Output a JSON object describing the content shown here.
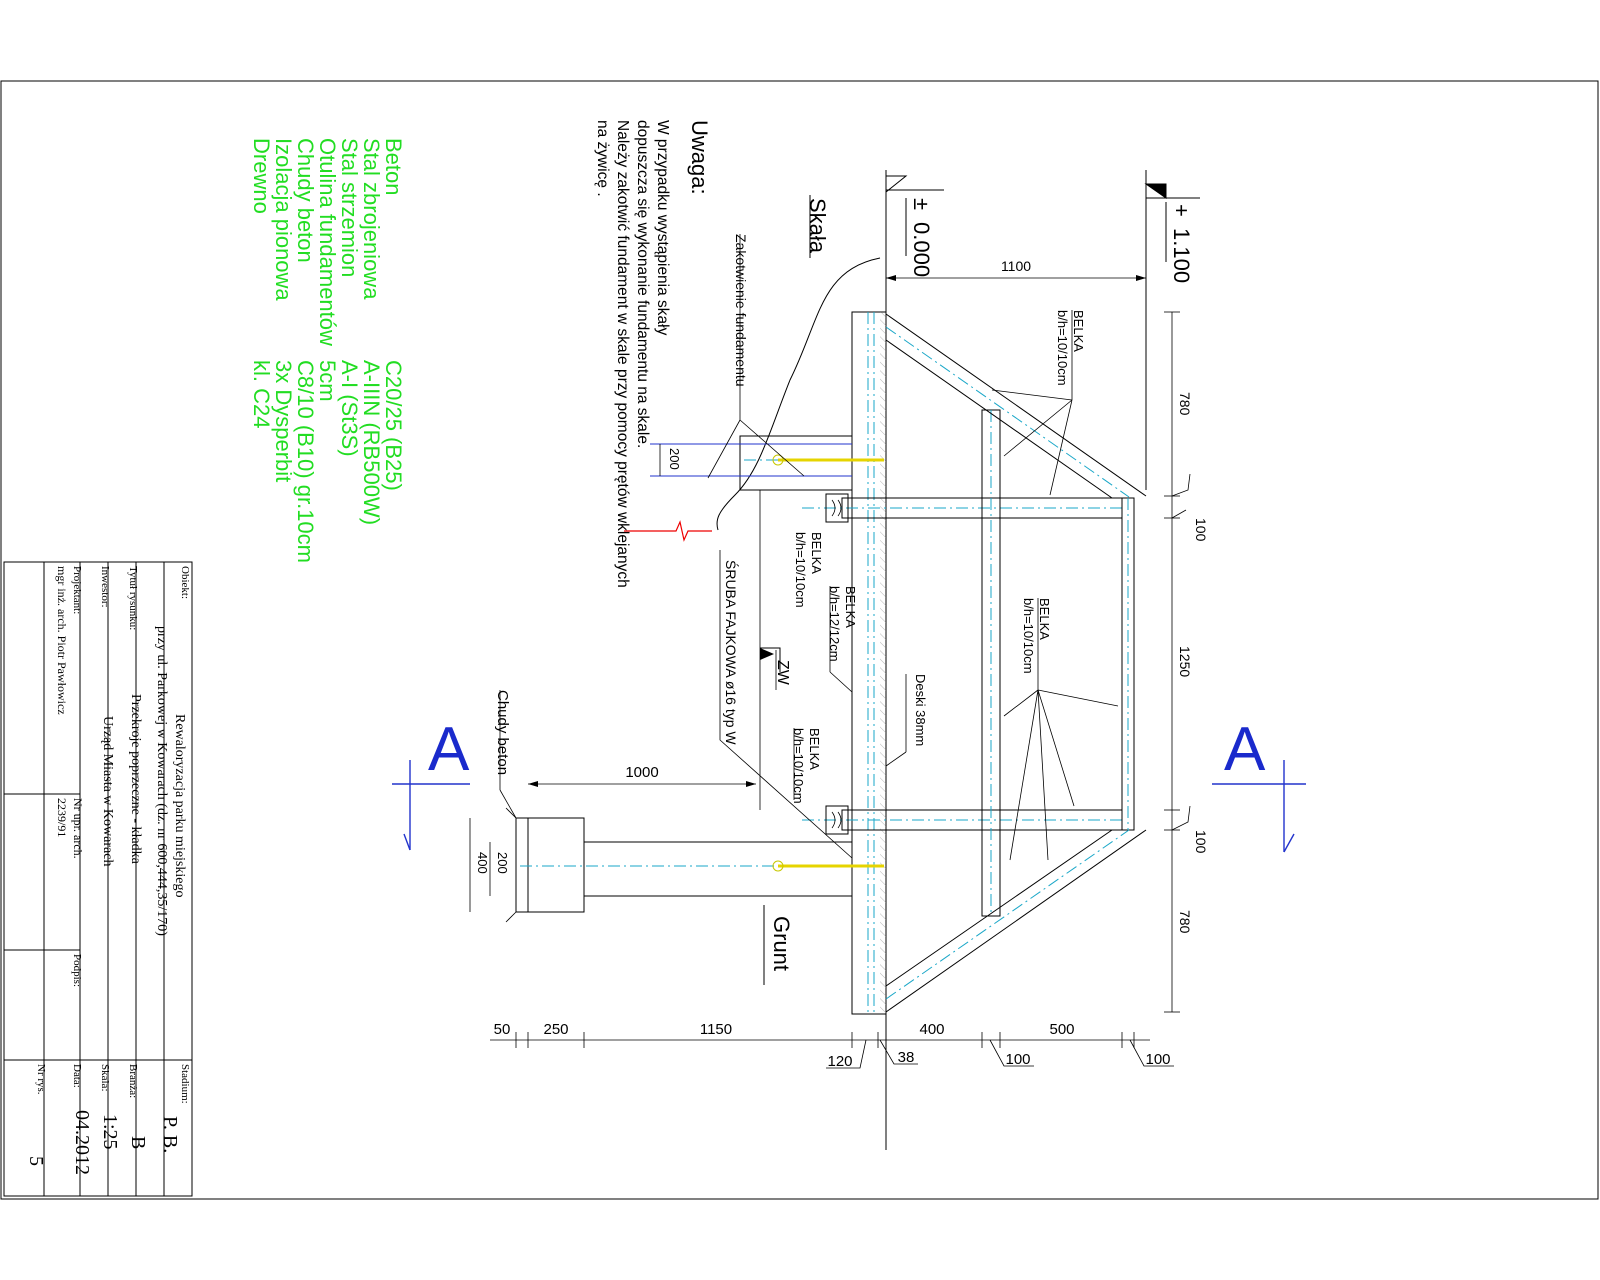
{
  "materials": {
    "labels": [
      "Beton",
      "Stal zbrojeniowa",
      "Stal strzemion",
      "Otulina fundamentów",
      "Chudy beton",
      "Izolacja pionowa",
      "Drewno"
    ],
    "values": [
      "C20/25 (B25)",
      "A-IIIN (RB500W)",
      "A-I (St3S)",
      "5cm",
      "C8/10 (B10) gr.10cm",
      "3x Dysperbit",
      "kl. C24"
    ]
  },
  "note": {
    "title": "Uwaga:",
    "lines": [
      "W przypadku wystąpienia skały",
      "dopuszcza się wykonanie fundamentu na skale.",
      "Należy zakotwić fundament w skale przy pomocy prętów wklejanych",
      "na żywicę ."
    ]
  },
  "labels": {
    "skala": "Skała",
    "grunt": "Grunt",
    "zakotwienie": "Zakotwienie fundamentu",
    "sruba": "ŚRUBA FAJKOWA ø16 typ W",
    "chudy_beton": "Chudy beton",
    "deski": "Deski 38mm",
    "zw": "ZW",
    "section_mark": "A",
    "level_0": "0.000",
    "level_0_sign": "±",
    "level_1": "1.100",
    "level_1_sign": "+",
    "belka_title": "BELKA",
    "belka_10": "b/h=10/10cm",
    "belka_12": "b/h=12/12cm"
  },
  "dimensions": {
    "top_1100": "1100",
    "right": [
      "780",
      "100",
      "1250",
      "100",
      "780"
    ],
    "left_1000": "1000",
    "found_200_top": "200",
    "found_200_bottom": "200",
    "found_400": "400",
    "bottom_row": [
      "50",
      "250",
      "1150",
      "400",
      "500"
    ],
    "bottom_small": [
      "120",
      "38",
      "100",
      "100"
    ]
  },
  "title_block": {
    "obiekt_label": "Obiekt:",
    "obiekt_line1": "Rewaloryzacja parku miejskiego",
    "obiekt_line2": "przy ul. Parkowej w Kowarach (dz. nr 600,444,35/170)",
    "stadium_label": "Stadium:",
    "stadium_value": "P. B.",
    "tytul_label": "Tytuł rysunku:",
    "tytul_value": "Przekroje poprzeczne - kładka",
    "branza_label": "Branża:",
    "branza_value": "B",
    "inwestor_label": "Inwestor:",
    "inwestor_value": "Urząd Miasta w Kowarach",
    "skala_label": "Skala:",
    "skala_value": "1:25",
    "projektant_label": "Projektant:",
    "projektant_value": "mgr inż. arch. Piotr Pawłowicz",
    "upr_label": "Nr upr. arch.",
    "upr_value": "2239/91",
    "podpis_label": "Podpis:",
    "data_label": "Data:",
    "data_value": "04.2012",
    "nr_label": "Nr rys.",
    "nr_value": "5"
  }
}
